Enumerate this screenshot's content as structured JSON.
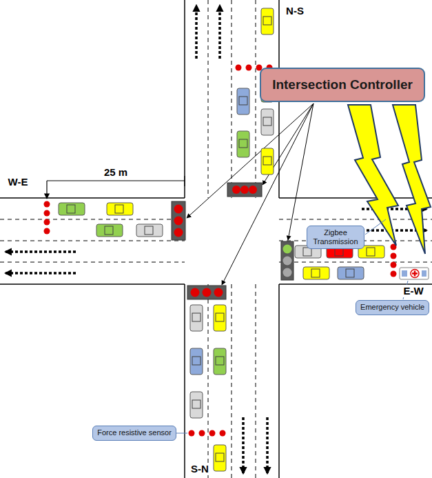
{
  "diagram": {
    "nodes": [
      {
        "text": [
          "Intersection Controller"
        ]
      },
      {
        "text": [
          "Zigbee Transmission"
        ]
      },
      {
        "text": [
          "Emergency vehicle"
        ]
      },
      {
        "text": [
          "Force resistive sensor"
        ]
      }
    ],
    "labels": [
      "N-S",
      "W-E",
      "25 m",
      "E-W",
      "S-N"
    ]
  }
}
